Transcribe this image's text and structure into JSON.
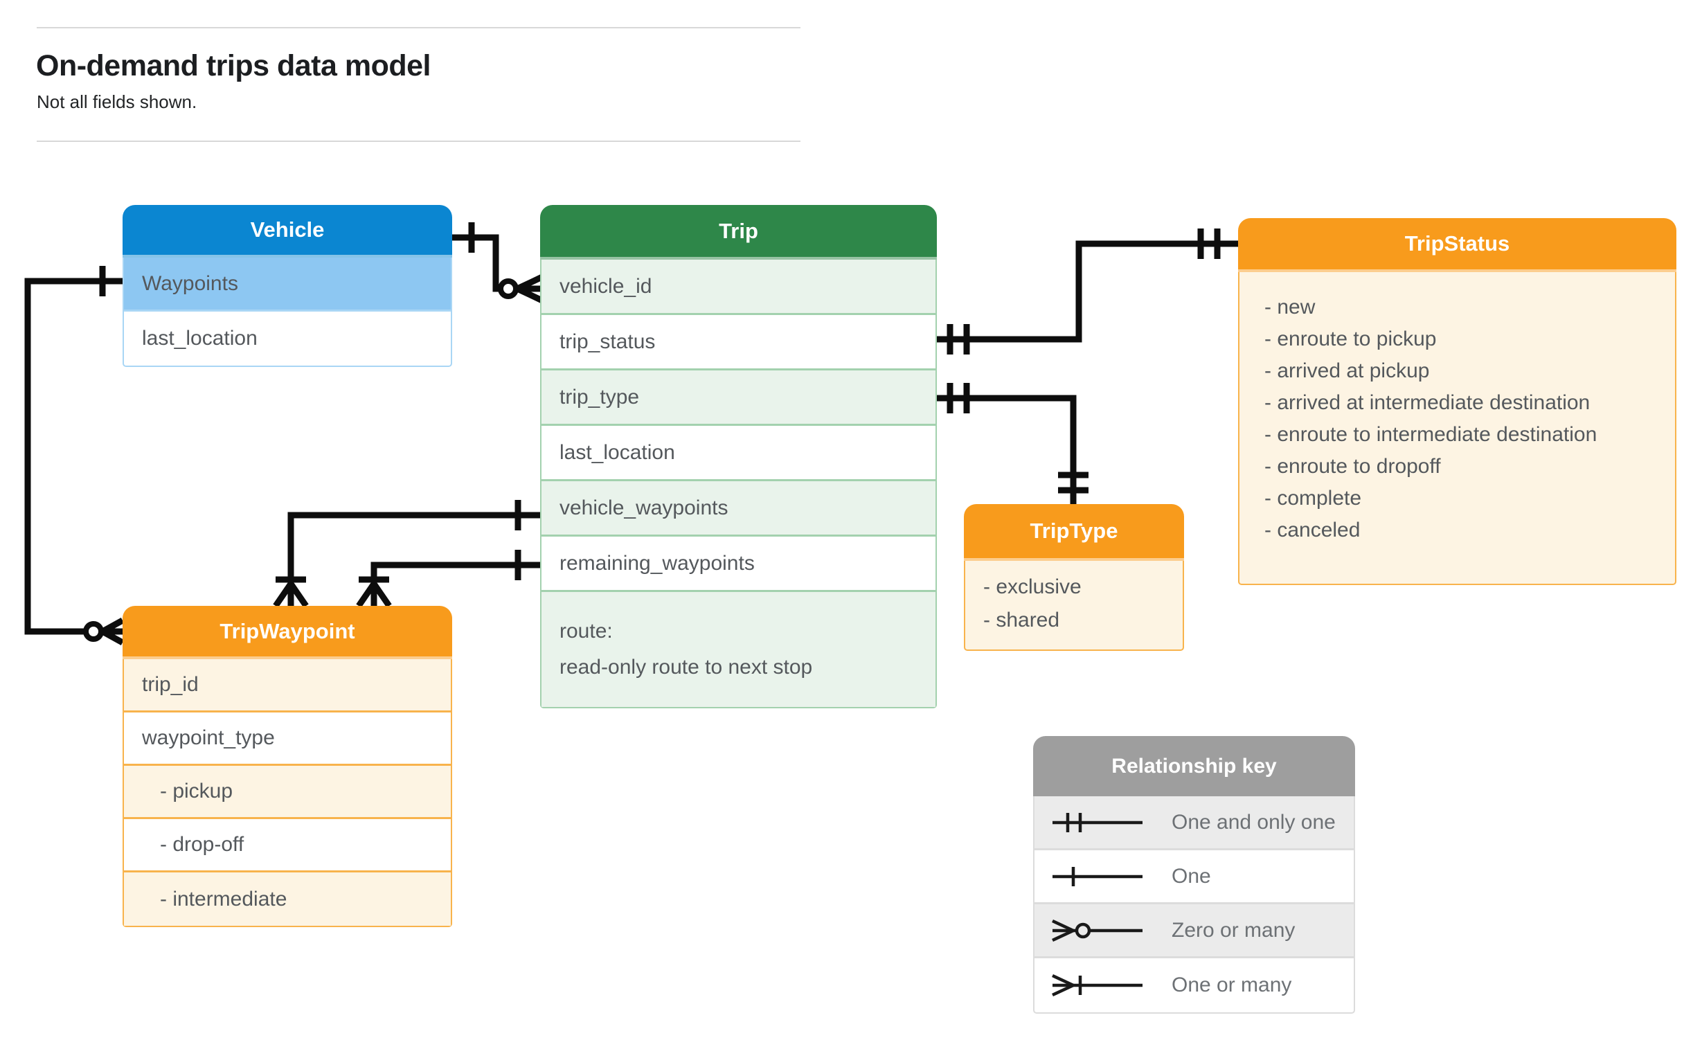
{
  "header": {
    "title": "On-demand trips data model",
    "subtitle": "Not all fields shown."
  },
  "entities": {
    "vehicle": {
      "title": "Vehicle",
      "fields": [
        {
          "label": "Waypoints",
          "highlight": true
        },
        {
          "label": "last_location"
        }
      ]
    },
    "trip": {
      "title": "Trip",
      "fields": [
        {
          "label": "vehicle_id"
        },
        {
          "label": "trip_status"
        },
        {
          "label": "trip_type"
        },
        {
          "label": "last_location"
        },
        {
          "label": "vehicle_waypoints"
        },
        {
          "label": "remaining_waypoints"
        },
        {
          "label": "route:",
          "sublabel": "read-only route to next stop"
        }
      ]
    },
    "tripStatus": {
      "title": "TripStatus",
      "values": [
        "- new",
        "- enroute to pickup",
        "- arrived at pickup",
        "- arrived at intermediate destination",
        "- enroute to intermediate destination",
        "- enroute to dropoff",
        "- complete",
        "- canceled"
      ]
    },
    "tripType": {
      "title": "TripType",
      "values": [
        "- exclusive",
        "- shared"
      ]
    },
    "tripWaypoint": {
      "title": "TripWaypoint",
      "fields": [
        {
          "label": "trip_id"
        },
        {
          "label": "waypoint_type"
        },
        {
          "label": "- pickup",
          "indent": true
        },
        {
          "label": "- drop-off",
          "indent": true
        },
        {
          "label": "- intermediate",
          "indent": true
        }
      ]
    }
  },
  "legend": {
    "title": "Relationship key",
    "items": [
      {
        "symbol": "one-and-only-one",
        "label": "One and only one"
      },
      {
        "symbol": "one",
        "label": "One"
      },
      {
        "symbol": "zero-or-many",
        "label": "Zero or many"
      },
      {
        "symbol": "one-or-many",
        "label": "One or many"
      }
    ]
  },
  "relationships": [
    {
      "from": "Vehicle",
      "to": "Trip.vehicle_id",
      "from_marker": "one",
      "to_marker": "zero-or-many"
    },
    {
      "from": "Trip.trip_status",
      "to": "TripStatus",
      "from_marker": "one-and-only-one",
      "to_marker": "one-and-only-one"
    },
    {
      "from": "Trip.trip_type",
      "to": "TripType",
      "from_marker": "one-and-only-one",
      "to_marker": "one-and-only-one"
    },
    {
      "from": "Trip.vehicle_waypoints",
      "to": "TripWaypoint",
      "from_marker": "one",
      "to_marker": "one-or-many"
    },
    {
      "from": "Trip.remaining_waypoints",
      "to": "TripWaypoint",
      "from_marker": "one",
      "to_marker": "one-or-many"
    },
    {
      "from": "Vehicle.Waypoints",
      "to": "TripWaypoint",
      "from_marker": "one",
      "to_marker": "zero-or-many"
    }
  ],
  "colors": {
    "vehicle_header": "#0b86d1",
    "vehicle_row": "#8dc7f2",
    "vehicle_border": "#a9d6f5",
    "trip_header": "#2e8749",
    "trip_row": "#e9f3eb",
    "trip_border": "#a3d1ae",
    "orange_header": "#f89b1c",
    "orange_row": "#fdf4e3",
    "orange_border": "#f8b34c",
    "legend_header": "#9e9e9e",
    "legend_row": "#ebebeb",
    "legend_border": "#dcdcdc",
    "connector": "#0d0d0d",
    "field_text": "#54585c",
    "legend_text": "#6d7175",
    "title_text": "#1c1e21"
  }
}
